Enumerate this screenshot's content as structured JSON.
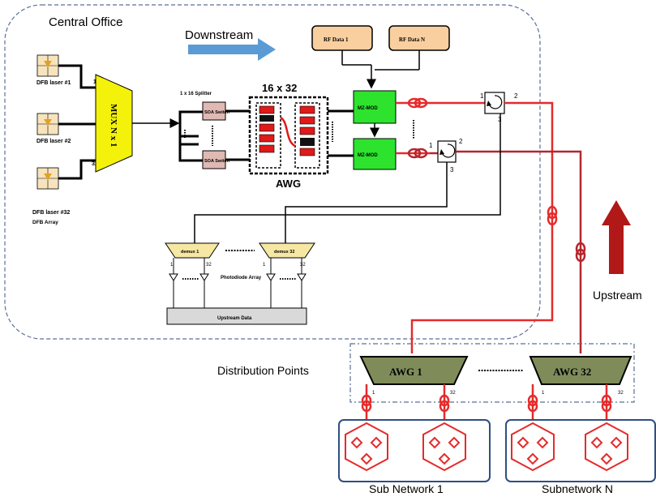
{
  "labels": {
    "central_office": "Central Office",
    "downstream": "Downstream",
    "upstream": "Upstream",
    "distribution_points": "Distribution Points",
    "sub_network_1": "Sub Network 1",
    "subnetwork_n": "Subnetwork N",
    "awg_title": "16 x 32",
    "awg_label": "AWG",
    "mux": "MUX N x 1",
    "splitter": "1 x 16 Splitter",
    "soa_1": "SOA Switch",
    "soa_2": "SOA Switch",
    "rf_data_1": "RF Data 1",
    "rf_data_n": "RF Data N",
    "mzm_1": "MZ-MOD",
    "mzm_2": "MZ-MOD",
    "demux_1": "demux 1",
    "demux_32": "demux 32",
    "photodiode_array": "Photodiode Array",
    "upstream_data": "Upstream Data",
    "awg_dp_1": "AWG 1",
    "awg_dp_32": "AWG 32",
    "dfb_array": "DFB Array"
  },
  "lasers": [
    {
      "name": "DFB laser #1"
    },
    {
      "name": "DFB laser #2"
    },
    {
      "name": "DFB laser #32"
    }
  ],
  "ports": {
    "mux_in_1": "1",
    "mux_in_32": "32",
    "circ1_p1": "1",
    "circ1_p2": "2",
    "circ1_p3": "3",
    "circ2_p1": "1",
    "circ2_p2": "2",
    "circ2_p3": "3",
    "demux1_p1": "1",
    "demux1_p32": "32",
    "demux32_p1": "1",
    "demux32_p32": "32",
    "awg1_p1": "1",
    "awg1_p32": "32",
    "awg32_p1": "1",
    "awg32_p32": "32"
  },
  "colors": {
    "fiber_red": "#e52b2b",
    "dark_red_fiber": "#b5262d",
    "mux_yellow": "#f4f10a",
    "mod_green": "#2ee32e",
    "rf_box": "#f9cf9f",
    "awg_dp_fill": "#7f8c5a",
    "downstream_arrow": "#5b9bd5",
    "upstream_arrow": "#b11818",
    "demux_fill": "#f6e7a2",
    "soa_fill": "#e0b9b3",
    "dashed_border": "#5a6f95"
  }
}
